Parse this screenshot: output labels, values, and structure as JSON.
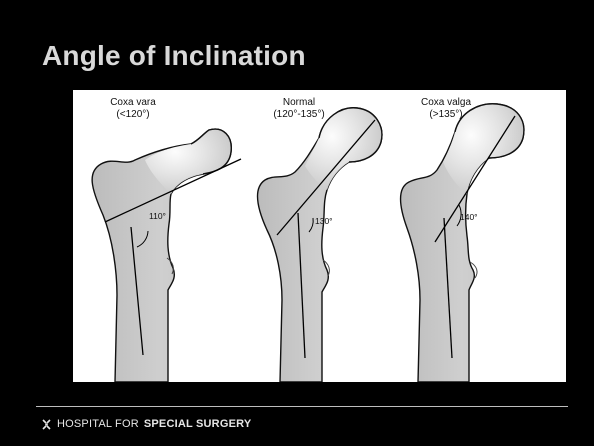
{
  "slide": {
    "title": "Angle of Inclination"
  },
  "figure": {
    "panels": [
      {
        "name": "Coxa vara",
        "range": "(<120°)",
        "angle": "110°"
      },
      {
        "name": "Normal",
        "range": "(120°-135°)",
        "angle": "130°"
      },
      {
        "name": "Coxa valga",
        "range": "(>135°)",
        "angle": "140°"
      }
    ]
  },
  "footer": {
    "org_prefix": "HOSPITAL FOR",
    "org_emphasis": "SPECIAL SURGERY",
    "logo_icon": "hss-logo-icon"
  },
  "colors": {
    "slide_background": "#000000",
    "title_text": "#d9d9d9",
    "bone_fill": "#c9c9c9",
    "figure_background": "#ffffff"
  }
}
